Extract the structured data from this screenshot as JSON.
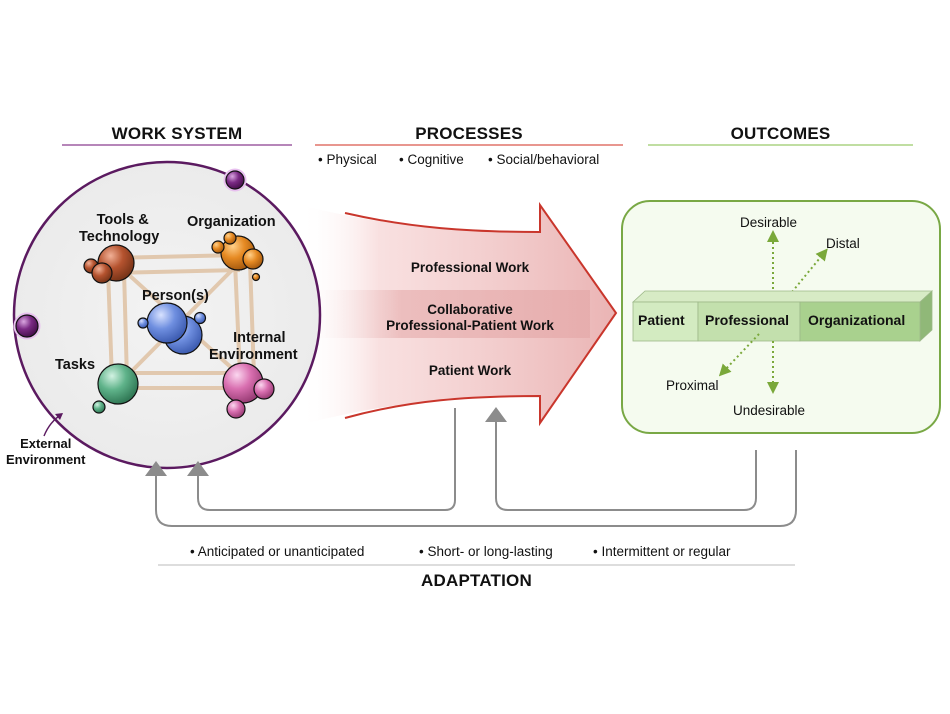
{
  "headers": {
    "work_system": "WORK SYSTEM",
    "processes": "PROCESSES",
    "outcomes": "OUTCOMES",
    "adaptation": "ADAPTATION"
  },
  "process_types": [
    "• Physical",
    "• Cognitive",
    "• Social/behavioral"
  ],
  "work_system": {
    "components": {
      "tools": [
        "Tools &",
        "Technology"
      ],
      "organization": "Organization",
      "persons": "Person(s)",
      "internal_env": [
        "Internal",
        "Environment"
      ],
      "tasks": "Tasks"
    },
    "external_env": [
      "External",
      "Environment"
    ]
  },
  "processes": {
    "professional": "Professional Work",
    "collaborative": [
      "Collaborative",
      "Professional-Patient Work"
    ],
    "patient": "Patient Work"
  },
  "outcomes": {
    "levels": [
      "Patient",
      "Professional",
      "Organizational"
    ],
    "desirable": "Desirable",
    "undesirable": "Undesirable",
    "distal": "Distal",
    "proximal": "Proximal"
  },
  "adaptation_types": [
    "• Anticipated or unanticipated",
    "• Short- or long-lasting",
    "• Intermittent or regular"
  ],
  "colors": {
    "work_system": "#6b1f6e",
    "processes": "#c0392b",
    "outcomes": "#7cb342",
    "feedback": "#888888",
    "tools": "#b5532f",
    "organization": "#e68a23",
    "persons": "#6f8fe0",
    "tasks": "#5fb38a",
    "internal_env": "#d96fb0",
    "external": "#7b2a85"
  }
}
